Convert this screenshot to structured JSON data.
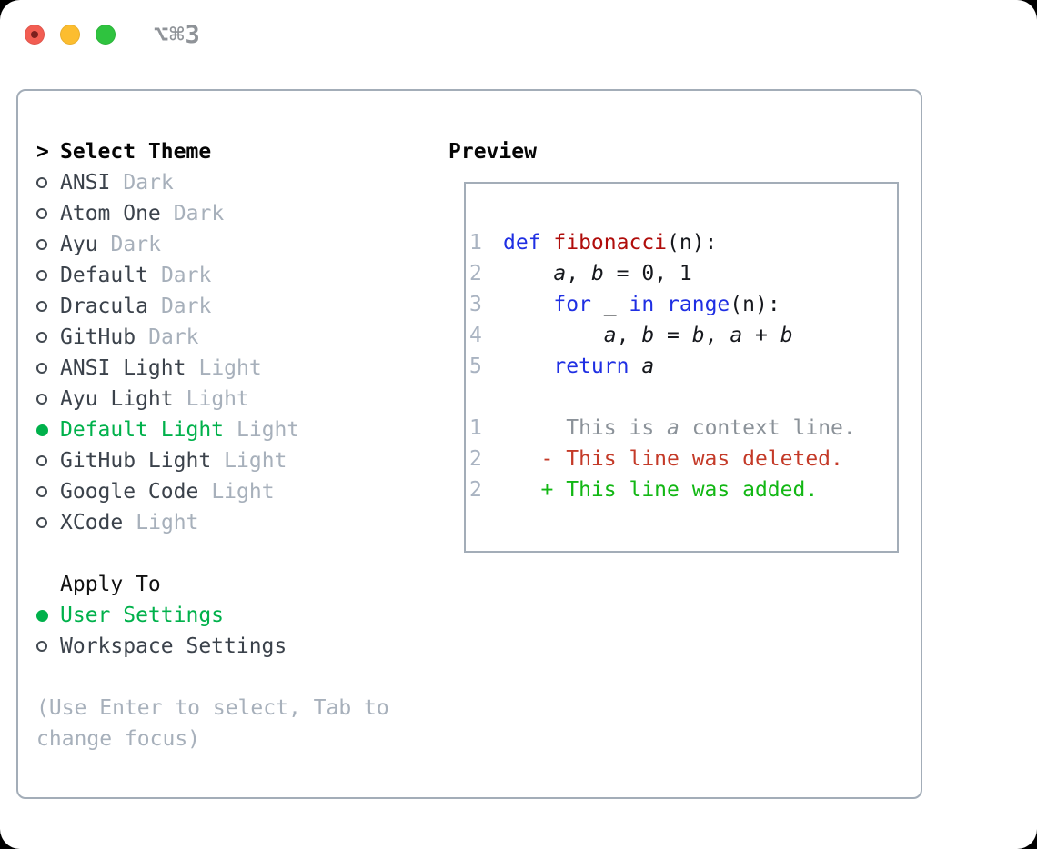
{
  "window": {
    "title": "⌥⌘3"
  },
  "colors": {
    "accent_green": "#00b14b",
    "keyword_blue": "#1f2fe3",
    "function_red": "#b00d0b",
    "deleted_red": "#c43a28",
    "added_green": "#12b714",
    "muted_gray": "#a7b0bb",
    "border_gray": "#a3adb8"
  },
  "theme_picker": {
    "cursor": ">",
    "title": "Select Theme",
    "options": [
      {
        "name": "ANSI",
        "variant": "Dark",
        "selected": false
      },
      {
        "name": "Atom One",
        "variant": "Dark",
        "selected": false
      },
      {
        "name": "Ayu",
        "variant": "Dark",
        "selected": false
      },
      {
        "name": "Default",
        "variant": "Dark",
        "selected": false
      },
      {
        "name": "Dracula",
        "variant": "Dark",
        "selected": false
      },
      {
        "name": "GitHub",
        "variant": "Dark",
        "selected": false
      },
      {
        "name": "ANSI Light",
        "variant": "Light",
        "selected": false
      },
      {
        "name": "Ayu Light",
        "variant": "Light",
        "selected": false
      },
      {
        "name": "Default Light",
        "variant": "Light",
        "selected": true
      },
      {
        "name": "GitHub Light",
        "variant": "Light",
        "selected": false
      },
      {
        "name": "Google Code",
        "variant": "Light",
        "selected": false
      },
      {
        "name": "XCode",
        "variant": "Light",
        "selected": false
      }
    ]
  },
  "apply_to": {
    "title": "Apply To",
    "options": [
      {
        "name": "User Settings",
        "selected": true
      },
      {
        "name": "Workspace Settings",
        "selected": false
      }
    ]
  },
  "help_text": {
    "line1": "(Use Enter to select, Tab to",
    "line2": "change focus)"
  },
  "preview": {
    "title": "Preview",
    "code_lines": [
      {
        "num": "1",
        "segments": [
          {
            "type": "keyword",
            "text": "def "
          },
          {
            "type": "function",
            "text": "fibonacci"
          },
          {
            "type": "plain",
            "text": "(n):"
          }
        ]
      },
      {
        "num": "2",
        "segments": [
          {
            "type": "plain",
            "text": "    "
          },
          {
            "type": "variable",
            "text": "a"
          },
          {
            "type": "plain",
            "text": ", "
          },
          {
            "type": "variable",
            "text": "b"
          },
          {
            "type": "plain",
            "text": " = 0, 1"
          }
        ]
      },
      {
        "num": "3",
        "segments": [
          {
            "type": "plain",
            "text": "    "
          },
          {
            "type": "keyword",
            "text": "for"
          },
          {
            "type": "plain",
            "text": " _ "
          },
          {
            "type": "keyword",
            "text": "in"
          },
          {
            "type": "plain",
            "text": " "
          },
          {
            "type": "keyword",
            "text": "range"
          },
          {
            "type": "plain",
            "text": "(n):"
          }
        ]
      },
      {
        "num": "4",
        "segments": [
          {
            "type": "plain",
            "text": "        "
          },
          {
            "type": "variable",
            "text": "a"
          },
          {
            "type": "plain",
            "text": ", "
          },
          {
            "type": "variable",
            "text": "b"
          },
          {
            "type": "plain",
            "text": " = "
          },
          {
            "type": "variable",
            "text": "b"
          },
          {
            "type": "plain",
            "text": ", "
          },
          {
            "type": "variable",
            "text": "a"
          },
          {
            "type": "plain",
            "text": " + "
          },
          {
            "type": "variable",
            "text": "b"
          }
        ]
      },
      {
        "num": "5",
        "segments": [
          {
            "type": "plain",
            "text": "    "
          },
          {
            "type": "keyword",
            "text": "return"
          },
          {
            "type": "plain",
            "text": " "
          },
          {
            "type": "variable",
            "text": "a"
          }
        ]
      }
    ],
    "diff_lines": [
      {
        "num": "1",
        "segments": [
          {
            "type": "context",
            "text": "     This is "
          },
          {
            "type": "context_var",
            "text": "a"
          },
          {
            "type": "context",
            "text": " context line."
          }
        ]
      },
      {
        "num": "2",
        "segments": [
          {
            "type": "deleted",
            "text": "   - This line was deleted."
          }
        ]
      },
      {
        "num": "2",
        "segments": [
          {
            "type": "added",
            "text": "   + This line was added."
          }
        ]
      }
    ]
  }
}
